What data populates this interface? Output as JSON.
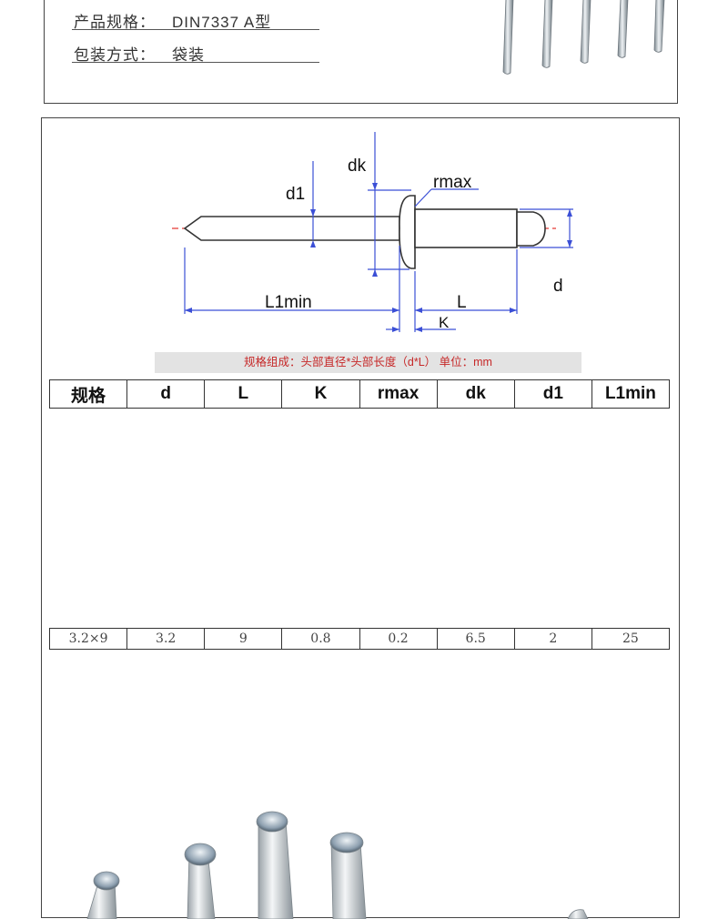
{
  "info": {
    "rows": [
      {
        "key": "产品规格：",
        "value": "DIN7337 A型"
      },
      {
        "key": "包装方式：",
        "value": "袋装"
      }
    ]
  },
  "diagram": {
    "labels": {
      "dk": "dk",
      "d1": "d1",
      "rmax": "rmax",
      "d": "d",
      "L1min": "L1min",
      "L": "L",
      "K": "K"
    },
    "colors": {
      "dimension": "#3b4fd6",
      "centerline": "#e53935",
      "outline": "#333333"
    }
  },
  "caption": "规格组成：头部直径*头部长度（d*L） 单位：mm",
  "table": {
    "headers": [
      "规格",
      "d",
      "L",
      "K",
      "rmax",
      "dk",
      "d1",
      "L1min"
    ],
    "rows": [
      [
        "3.2×9",
        "3.2",
        "9",
        "0.8",
        "0.2",
        "6.5",
        "2",
        "25"
      ]
    ]
  }
}
